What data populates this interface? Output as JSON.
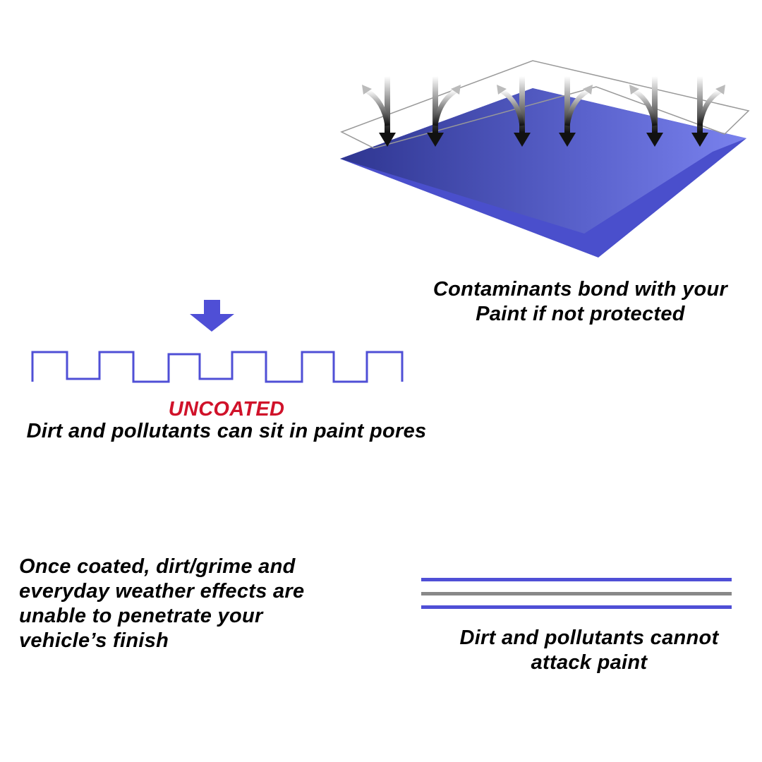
{
  "top_caption": [
    "Contaminants bond with your",
    "Paint if not protected"
  ],
  "uncoated": {
    "label": "UNCOATED",
    "caption": "Dirt and pollutants can sit in paint pores"
  },
  "coated": {
    "description": [
      "Once coated, dirt/grime and",
      "everyday weather effects are",
      "unable to penetrate your",
      "vehicle’s finish"
    ],
    "caption": [
      "Dirt and pollutants cannot",
      "attack paint"
    ]
  },
  "colors": {
    "accent_blue": "#4f4fd6",
    "uncoated_red": "#d0122a",
    "layer_gray": "#888888"
  }
}
